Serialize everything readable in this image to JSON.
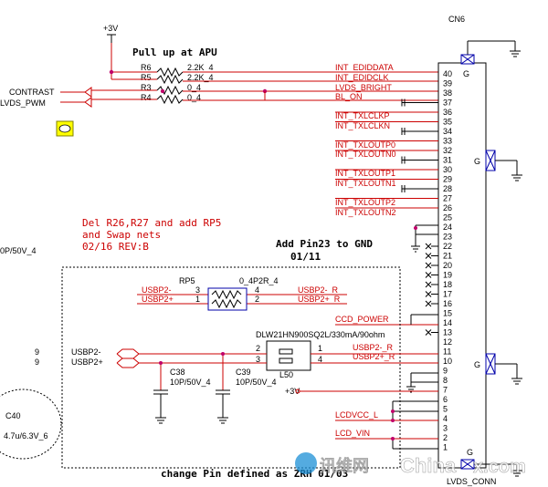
{
  "power": {
    "p3v_top": "+3V",
    "p3v_mid": "+3V"
  },
  "notes": {
    "pullup": "Pull up at APU",
    "del_lines": [
      "Del R26,R27 and add RP5",
      "and Swap nets",
      "02/16 REV:B"
    ],
    "add_pin23": [
      "Add Pin23 to GND",
      "01/11"
    ],
    "change_pin": "change Pin defined as ZRH 01/03"
  },
  "resistors": [
    {
      "ref": "R6",
      "value": "2.2K_4"
    },
    {
      "ref": "R5",
      "value": "2.2K_4"
    },
    {
      "ref": "R3",
      "value": "0_4"
    },
    {
      "ref": "R4",
      "value": "0_4"
    }
  ],
  "left_inputs": [
    "CONTRAST",
    "LVDS_PWM"
  ],
  "left_partials": {
    "cap_left": "0P/50V_4",
    "num1": "9",
    "num2": "9",
    "c40_ref": "C40",
    "c40_val": "4.7u/6.3V_6"
  },
  "connector": {
    "ref": "CN6",
    "name": "LVDS_CONN",
    "g_labels": [
      "G",
      "G",
      "G",
      "G"
    ],
    "pins": [
      "40",
      "39",
      "38",
      "37",
      "36",
      "35",
      "34",
      "33",
      "32",
      "31",
      "30",
      "29",
      "28",
      "27",
      "26",
      "25",
      "24",
      "23",
      "22",
      "21",
      "20",
      "19",
      "18",
      "17",
      "16",
      "15",
      "14",
      "13",
      "12",
      "11",
      "10",
      "9",
      "8",
      "7",
      "6",
      "5",
      "4",
      "3",
      "2",
      "1"
    ]
  },
  "nets": [
    "INT_EDIDDATA",
    "INT_EDIDCLK",
    "LVDS_BRIGHT",
    "BL_ON",
    "INT_TXLCLKP",
    "INT_TXLCLKN",
    "INT_TXLOUTP0",
    "INT_TXLOUTN0",
    "INT_TXLOUTP1",
    "INT_TXLOUTN1",
    "INT_TXLOUTP2",
    "INT_TXLOUTN2",
    "CCD_POWER",
    "USBP2-_R",
    "USBP2+_R",
    "LCDVCC_L",
    "LCD_VIN"
  ],
  "rp5": {
    "ref": "RP5",
    "value": "0_4P2R_4",
    "left_nets": [
      "USBP2-",
      "USBP2+"
    ],
    "pins_left": [
      "3",
      "1"
    ],
    "pins_right": [
      "4",
      "2"
    ],
    "right_nets": [
      "USBP2-_R",
      "USBP2+_R"
    ]
  },
  "l50": {
    "ref": "L50",
    "part": "DLW21HN900SQ2L/330mA/90ohm",
    "pins": [
      "2",
      "3",
      "1",
      "4"
    ],
    "in_nets": [
      "USBP2-",
      "USBP2+"
    ]
  },
  "caps": [
    {
      "ref": "C38",
      "value": "10P/50V_4"
    },
    {
      "ref": "C39",
      "value": "10P/50V_4"
    }
  ],
  "watermark": {
    "cn": "讯维网",
    "domain": "China",
    "tail": "x.com"
  },
  "colors": {
    "red": "#cc0000",
    "black": "#000000",
    "via": "#c0006a",
    "icon": "#ffff00"
  }
}
